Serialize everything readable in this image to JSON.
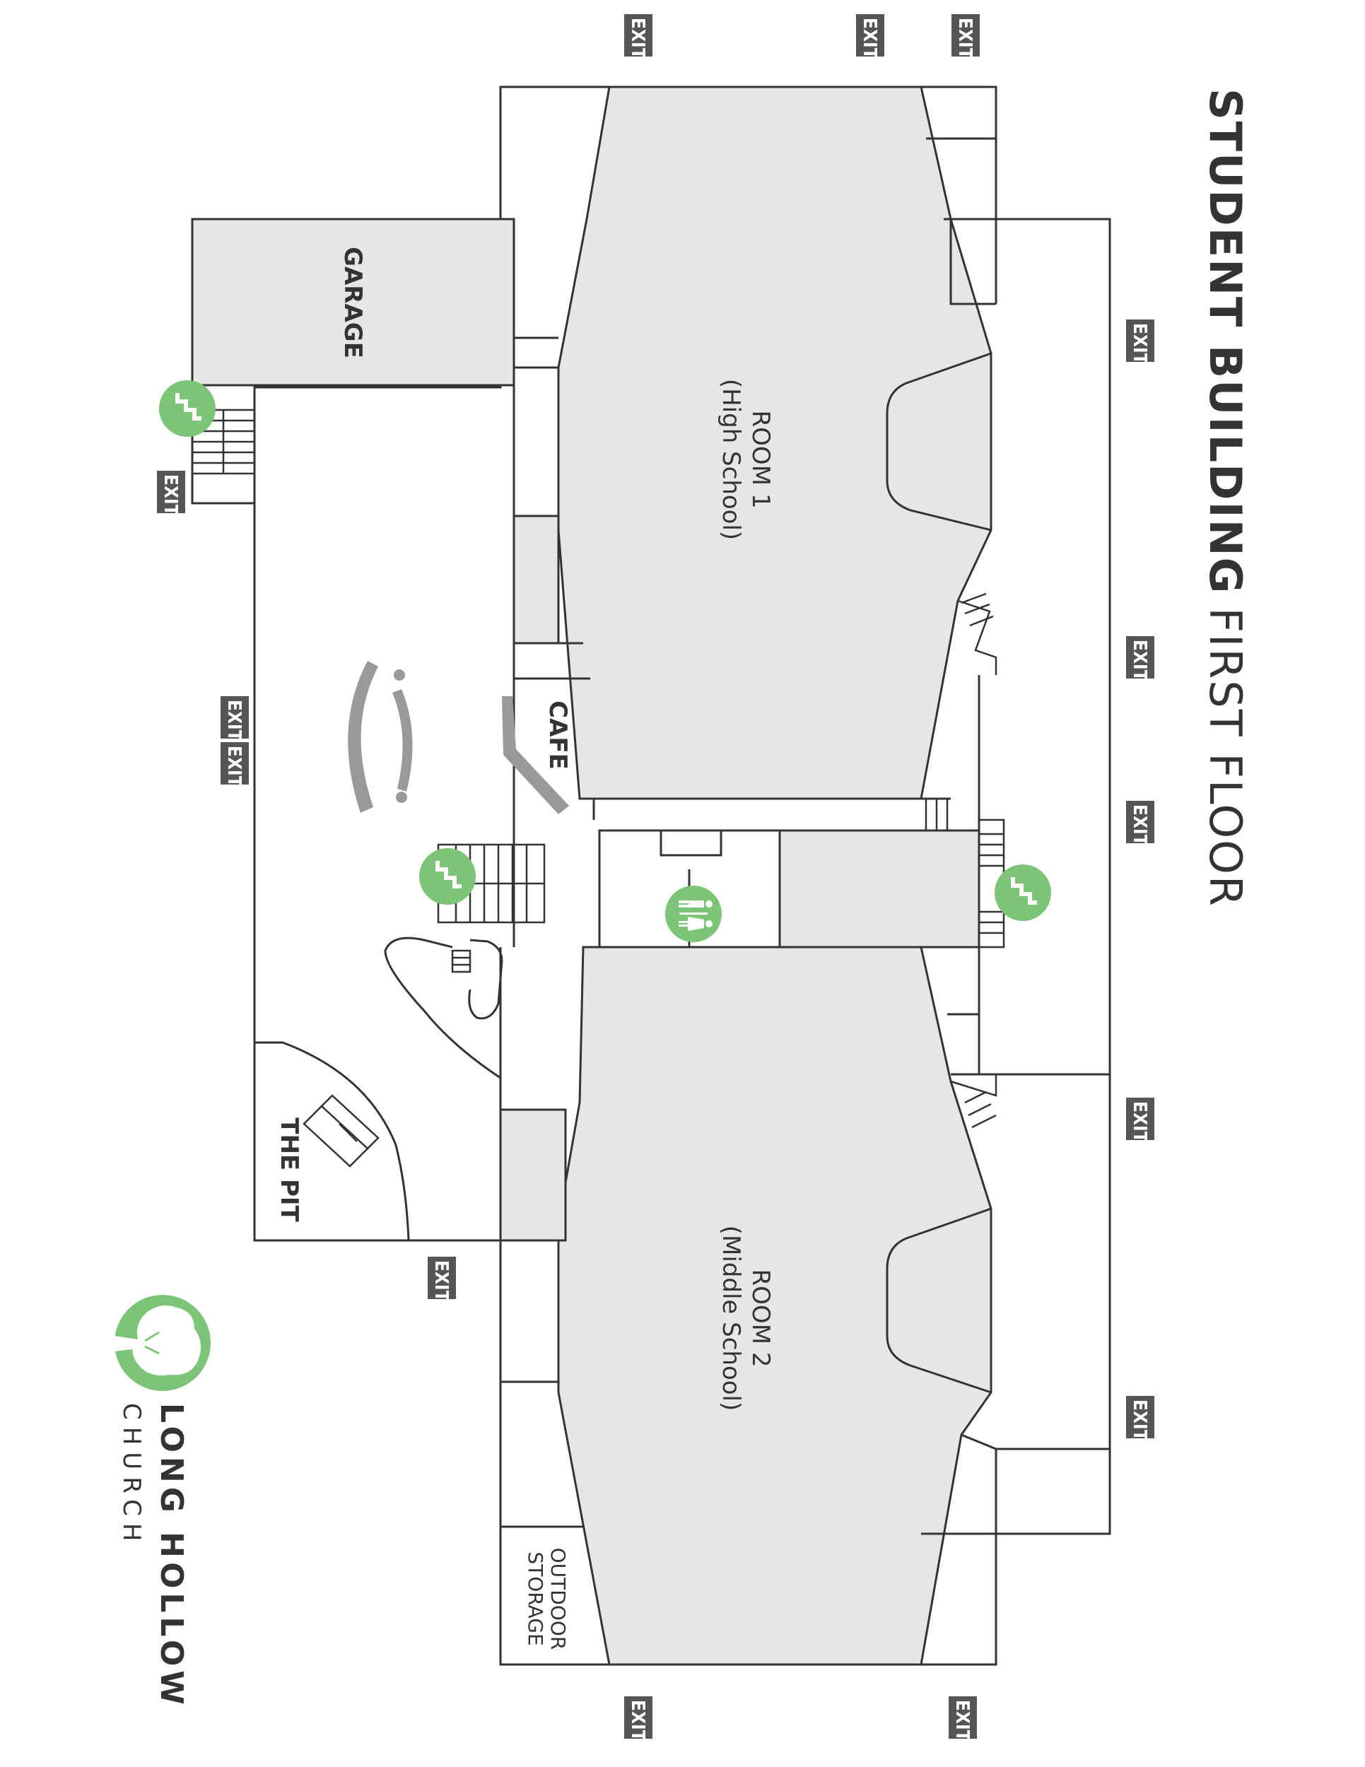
{
  "title": {
    "bold": "STUDENT BUILDING",
    "light": "FIRST FLOOR"
  },
  "rooms": {
    "room1": {
      "name": "ROOM 1",
      "sub": "(High School)"
    },
    "room2": {
      "name": "ROOM 2",
      "sub": "(Middle School)"
    },
    "garage": "GARAGE",
    "cafe": "CAFE",
    "the_pit": "THE PIT",
    "outdoor_storage": {
      "line1": "OUTDOOR",
      "line2": "STORAGE"
    }
  },
  "exit_label": "EXIT",
  "logo": {
    "line1": "LONG HOLLOW",
    "line2": "CHURCH"
  },
  "colors": {
    "accent_green": "#7cc576",
    "room_gray": "#e6e6e6",
    "exit_gray": "#555555",
    "wall": "#333333"
  }
}
